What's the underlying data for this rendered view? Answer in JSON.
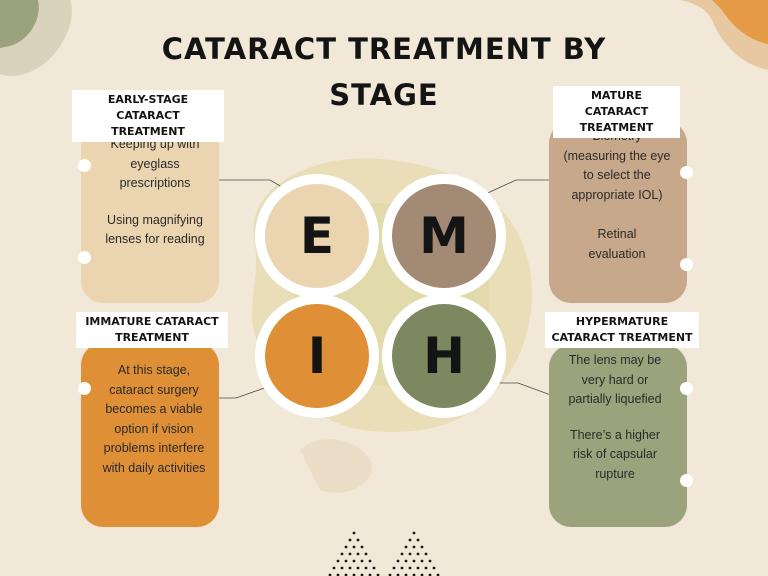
{
  "title": "CATARACT TREATMENT BY STAGE",
  "stages": {
    "early": {
      "label": "EARLY-STAGE CATARACT TREATMENT",
      "letter": "E",
      "items": [
        "Keeping up with eyeglass prescriptions",
        "Using magnifying lenses for reading"
      ]
    },
    "mature": {
      "label": "MATURE CATARACT TREATMENT",
      "letter": "M",
      "items": [
        "Biometry (measuring the eye to select the appropriate IOL)",
        "Retinal evaluation"
      ]
    },
    "immature": {
      "label": "IMMATURE CATARACT TREATMENT",
      "letter": "I",
      "items": [
        "At this stage, cataract surgery becomes a viable option if vision problems interfere with daily activities"
      ]
    },
    "hypermature": {
      "label": "HYPERMATURE CATARACT TREATMENT",
      "letter": "H",
      "items": [
        "The lens may be very hard or partially liquefied",
        "There’s a higher risk of capsular rupture"
      ]
    }
  },
  "colors": {
    "background": "#f1e8d8",
    "early": "#ead5b0",
    "mature": "#c8a88b",
    "immature": "#df8f36",
    "hypermature": "#9aa37c",
    "circle_e": "#ead5b0",
    "circle_m": "#a38a74",
    "circle_i": "#df8f36",
    "circle_h": "#7d8760"
  }
}
